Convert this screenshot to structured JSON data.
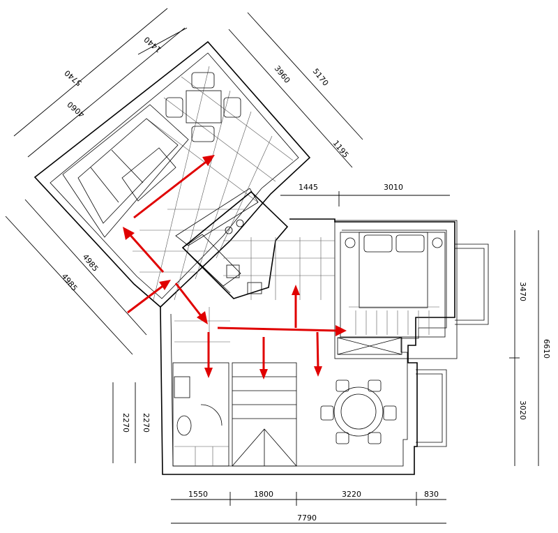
{
  "dimensions": {
    "top_left_5740": "5740",
    "top_left_4060": "4060",
    "top_left_1440": "1440",
    "top_right_5170": "5170",
    "top_right_3960": "3960",
    "top_right_1195": "1195",
    "mid_1445": "1445",
    "mid_3010": "3010",
    "left_4985_a": "4985",
    "left_4985_b": "4985",
    "left_2270_a": "2270",
    "left_2270_b": "2270",
    "right_3470": "3470",
    "right_3020": "3020",
    "right_6610": "6610",
    "bottom_1550": "1550",
    "bottom_1800": "1800",
    "bottom_3220": "3220",
    "bottom_830": "830",
    "bottom_7790": "7790"
  },
  "colors": {
    "arrow": "#e00000",
    "line": "#000000"
  },
  "arrows_count_note": ""
}
